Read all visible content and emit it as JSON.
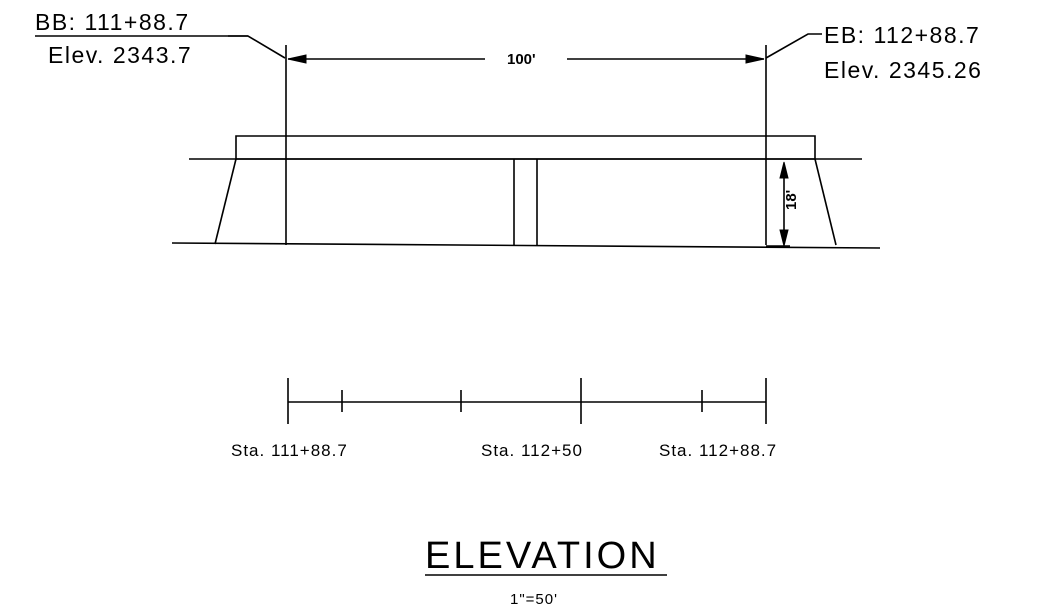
{
  "begin_bridge": {
    "station": "BB: 111+88.7",
    "elevation": "Elev. 2343.7"
  },
  "end_bridge": {
    "station": "EB: 112+88.7",
    "elevation": "Elev. 2345.26"
  },
  "span_dimension": "100'",
  "height_dimension": "18'",
  "stations": [
    "Sta. 111+88.7",
    "Sta. 112+50",
    "Sta. 112+88.7"
  ],
  "title": "ELEVATION",
  "scale": "1\"=50'"
}
